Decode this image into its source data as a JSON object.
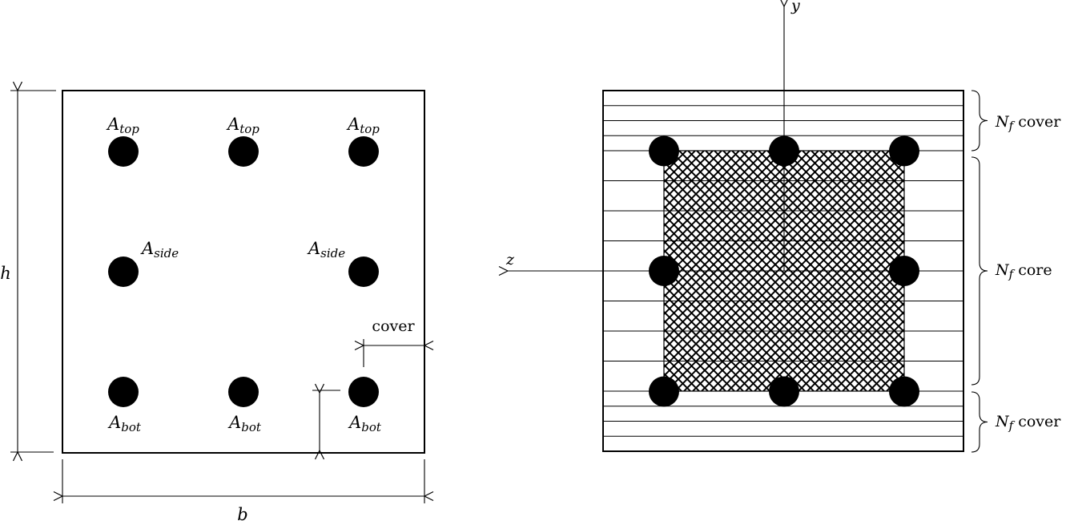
{
  "figure": {
    "description": "Reinforced concrete rectangular cross-section: rebar layout (left) and fiber discretization with confined core (right)",
    "colors": {
      "ink": "#000000",
      "paper": "#ffffff"
    }
  },
  "left_diagram": {
    "dim_height_label": "h",
    "dim_width_label": "b",
    "dim_cover_label": "cover",
    "rebar_area_base": "A",
    "rebar_sub_top": "top",
    "rebar_sub_side": "side",
    "rebar_sub_bot": "bot"
  },
  "right_diagram": {
    "axis_y_label": "y",
    "axis_z_label": "z",
    "fiber_count_base": "N",
    "fiber_count_sub": "f",
    "region_cover_label": "cover",
    "region_core_label": "core"
  }
}
